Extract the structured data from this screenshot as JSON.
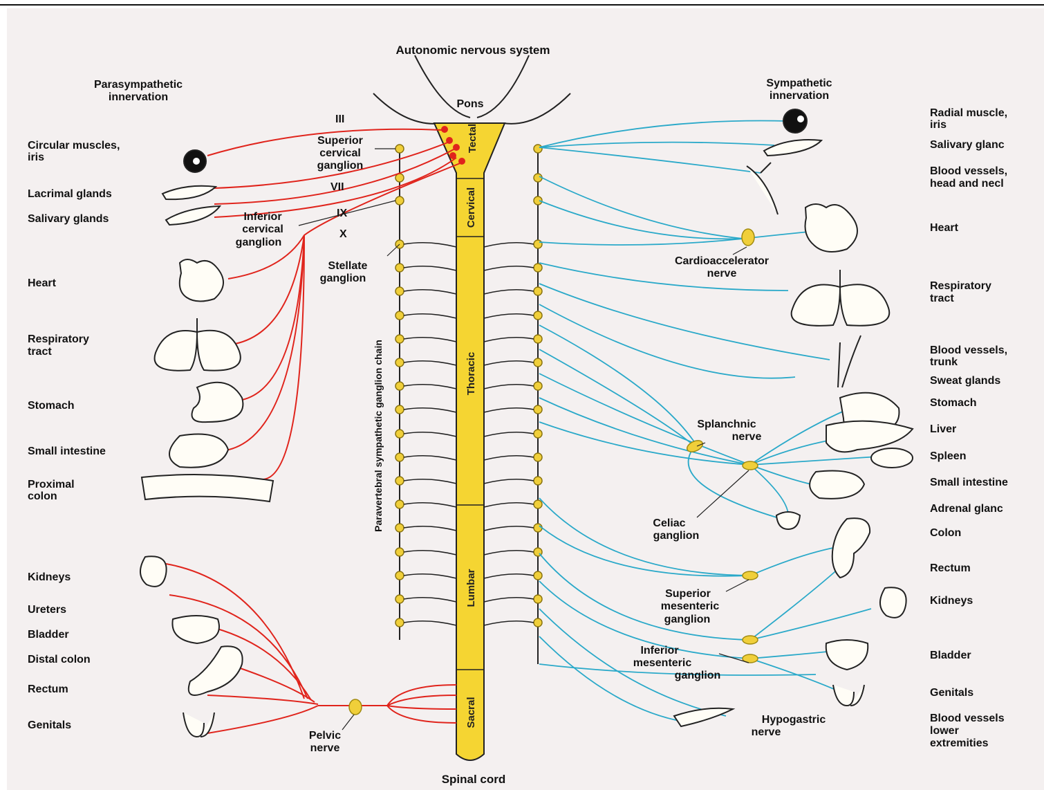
{
  "title": "Autonomic nervous system",
  "left_heading": [
    "Parasympathetic",
    "innervation"
  ],
  "right_heading": [
    "Sympathetic",
    "innervation"
  ],
  "pons": "Pons",
  "spinal_cord": "Spinal cord",
  "chain_label": "Paravertebral sympathetic ganglion chain",
  "segments": {
    "tectal": "Tectal",
    "cervical": "Cervical",
    "thoracic": "Thoracic",
    "lumbar": "Lumbar",
    "sacral": "Sacral"
  },
  "cranial_nerves": [
    "III",
    "VII",
    "IX",
    "X"
  ],
  "left_organs": {
    "circular_muscles": [
      "Circular muscles,",
      "iris"
    ],
    "lacrimal": "Lacrimal glands",
    "salivary": "Salivary glands",
    "heart": "Heart",
    "respiratory": [
      "Respiratory",
      "tract"
    ],
    "stomach": "Stomach",
    "small_intestine": "Small intestine",
    "proximal_colon": [
      "Proximal",
      "colon"
    ],
    "kidneys": "Kidneys",
    "ureters": "Ureters",
    "bladder": "Bladder",
    "distal_colon": "Distal colon",
    "rectum": "Rectum",
    "genitals": "Genitals"
  },
  "right_organs": {
    "radial_muscle": [
      "Radial muscle,",
      "iris"
    ],
    "salivary": "Salivary glanc",
    "blood_head": [
      "Blood vessels,",
      "head and necl"
    ],
    "heart": "Heart",
    "respiratory": [
      "Respiratory",
      "tract"
    ],
    "blood_trunk": [
      "Blood vessels,",
      "trunk"
    ],
    "sweat": "Sweat glands",
    "stomach": "Stomach",
    "liver": "Liver",
    "spleen": "Spleen",
    "small_intestine": "Small intestine",
    "adrenal": "Adrenal glanc",
    "colon": "Colon",
    "rectum": "Rectum",
    "kidneys": "Kidneys",
    "bladder": "Bladder",
    "genitals": "Genitals",
    "blood_lower": [
      "Blood vessels",
      "lower",
      "extremities"
    ]
  },
  "ganglia": {
    "superior_cervical": [
      "Superior",
      "cervical",
      "ganglion"
    ],
    "inferior_cervical": [
      "Inferior",
      "cervical",
      "ganglion"
    ],
    "stellate": [
      "Stellate",
      "ganglion"
    ],
    "cardioaccelerator": [
      "Cardioaccelerator",
      "nerve"
    ],
    "splanchnic": [
      "Splanchnic",
      "nerve"
    ],
    "celiac": [
      "Celiac",
      "ganglion"
    ],
    "superior_mesenteric": [
      "Superior",
      "mesenteric",
      "ganglion"
    ],
    "inferior_mesenteric": [
      "Inferior",
      "mesenteric",
      "ganglion"
    ],
    "hypogastric": [
      "Hypogastric",
      "nerve"
    ],
    "pelvic": [
      "Pelvic",
      "nerve"
    ]
  },
  "colors": {
    "parasympathetic": "#e0241c",
    "sympathetic": "#2aa9c9",
    "cord": "#f5d532",
    "ganglion": "#f0cf3a"
  }
}
